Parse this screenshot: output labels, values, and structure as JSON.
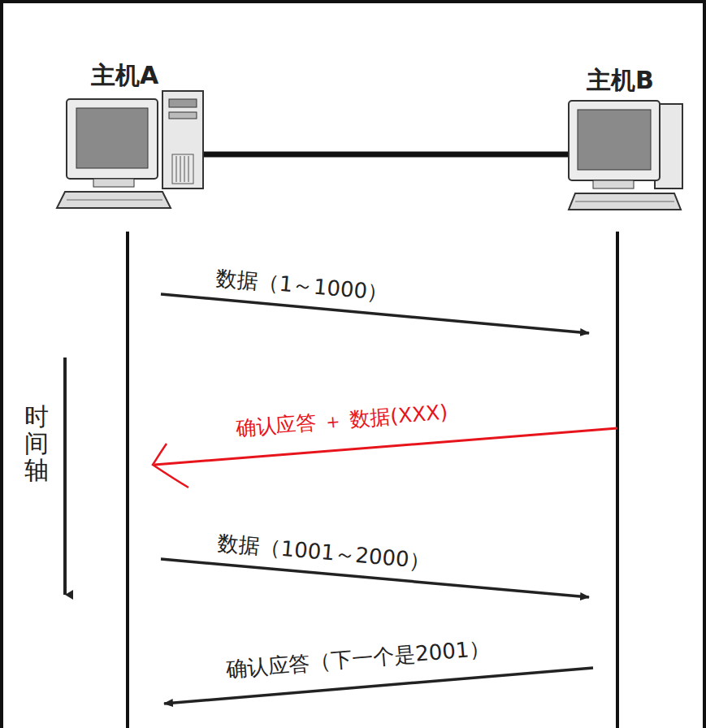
{
  "diagram": {
    "labels": [
      "主机A",
      "主机B",
      "数据（1～1000）",
      "确认应答 ＋ 数据(XXX)",
      "数据（1001～2000）",
      "确认应答（下一个是2001）",
      "时间轴"
    ]
  }
}
